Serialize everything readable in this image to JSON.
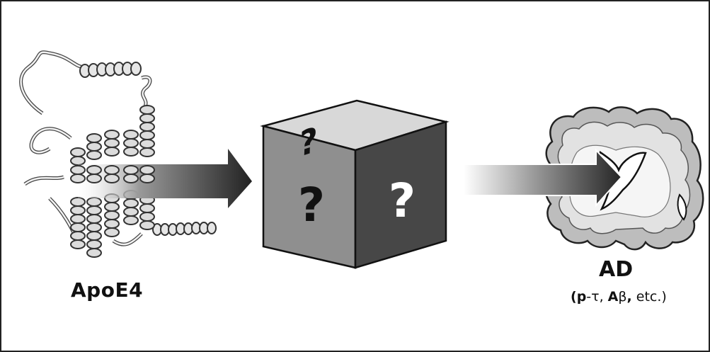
{
  "left": {
    "label": "ApoE4"
  },
  "box": {
    "top_mark": "?",
    "left_mark": "?",
    "right_mark": "?"
  },
  "right": {
    "label": "AD",
    "sub_open": "(",
    "sub_p": "p",
    "sub_tau": "-τ, ",
    "sub_a": "A",
    "sub_beta": "β",
    "sub_comma": ",",
    "sub_etc": " etc.)"
  }
}
